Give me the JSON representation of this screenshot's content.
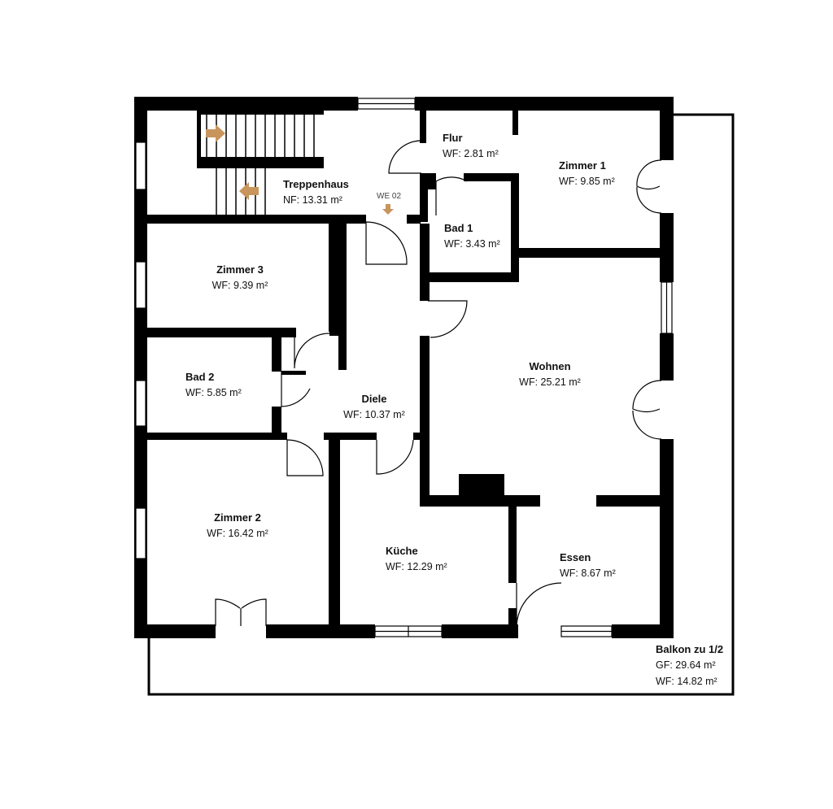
{
  "rooms": {
    "treppenhaus": {
      "name": "Treppenhaus",
      "value": "NF: 13.31 m²"
    },
    "flur": {
      "name": "Flur",
      "value": "WF: 2.81 m²"
    },
    "zimmer1": {
      "name": "Zimmer 1",
      "value": "WF: 9.85 m²"
    },
    "bad1": {
      "name": "Bad 1",
      "value": "WF: 3.43 m²"
    },
    "zimmer3": {
      "name": "Zimmer 3",
      "value": "WF: 9.39 m²"
    },
    "wohnen": {
      "name": "Wohnen",
      "value": "WF: 25.21 m²"
    },
    "bad2": {
      "name": "Bad 2",
      "value": "WF: 5.85 m²"
    },
    "diele": {
      "name": "Diele",
      "value": "WF: 10.37 m²"
    },
    "zimmer2": {
      "name": "Zimmer 2",
      "value": "WF: 16.42 m²"
    },
    "kueche": {
      "name": "Küche",
      "value": "WF: 12.29 m²"
    },
    "essen": {
      "name": "Essen",
      "value": "WF: 8.67 m²"
    },
    "balkon": {
      "name": "Balkon zu 1/2",
      "gf": "GF: 29.64 m²",
      "wf": "WF: 14.82 m²"
    }
  },
  "entrance_tag": "WE 02",
  "colors": {
    "wall": "#000000",
    "arrow": "#c8955c",
    "background": "#ffffff"
  }
}
